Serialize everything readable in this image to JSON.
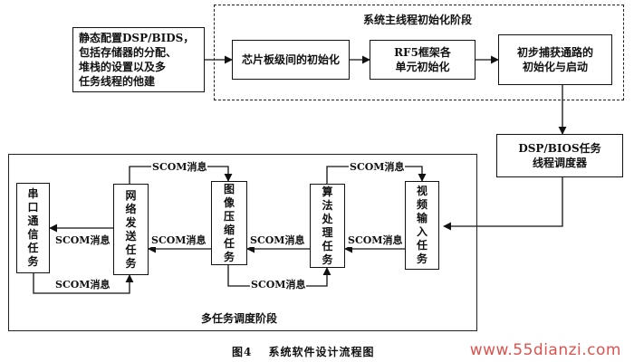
{
  "regions": {
    "init_stage_title": "系统主线程初始化阶段",
    "multitask_stage_title": "多任务调度阶段"
  },
  "boxes": {
    "static_config": "静态配置DSP/BIDS，\n包括存储器的分配、\n堆栈的设置以及多\n任务线程的他建",
    "chip_init": "芯片板级间的初始化",
    "rf5_init": "RF5框架各\n单元初始化",
    "capture_init": "初步捕获通路的\n初始化与启动",
    "dsp_bios_scheduler": "DSP/BIOS任务\n线程调度器",
    "video_input": "视\n频\n输\n入\n任\n务",
    "algorithm": "算\n法\n处\n理\n任\n务",
    "image_compress": "图\n像\n压\n缩\n任\n务",
    "network_send": "网\n络\n发\n送\n任\n务",
    "serial_comm": "串\n口\n通\n信\n任\n务"
  },
  "messages": {
    "m1": "SCOM消息",
    "m2": "SCOM消息",
    "m3": "SCOM消息",
    "m4": "SCOM消息",
    "m5": "SCOM消息",
    "m6": "SCOM消息",
    "m7": "SCOM消息",
    "m8": "SCOM消息"
  },
  "caption": "图4　 系统软件设计流程图",
  "watermark": "www.55dianzi.com",
  "colors": {
    "line": "#111111",
    "watermark": "#d9534f"
  }
}
